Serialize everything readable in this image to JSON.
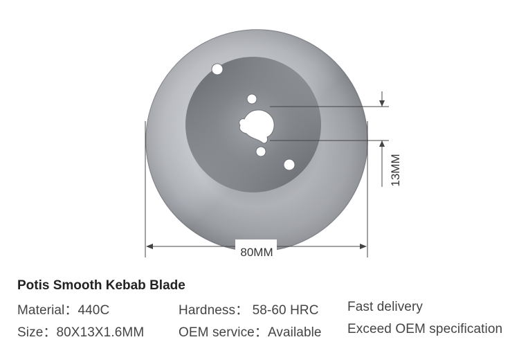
{
  "product": {
    "title": "Potis Smooth Kebab Blade"
  },
  "dimensions": {
    "diameter_label": "80MM",
    "bore_label": "13MM"
  },
  "specs": {
    "material": "Material：440C",
    "size": "Size：80X13X1.6MM",
    "hardness": "Hardness： 58-60 HRC",
    "oem_service": "OEM service：Available",
    "delivery": "Fast  delivery",
    "exceed": "Exceed OEM specification"
  },
  "colors": {
    "blade_outer": "#b9bcc2",
    "blade_inner": "#8a8e95",
    "dimension_line": "#444444"
  }
}
